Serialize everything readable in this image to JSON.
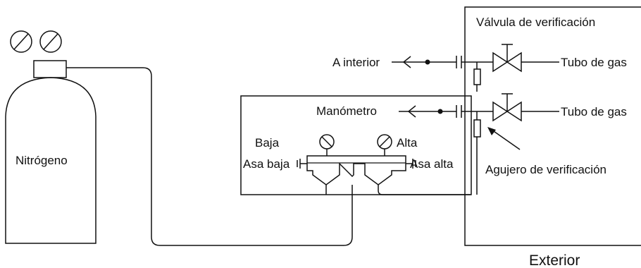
{
  "labels": {
    "nitrogen": "Nitrógeno",
    "check_valve": "Válvula de verificación",
    "to_indoor": "A interior",
    "gas_pipe_top": "Tubo de gas",
    "manometer": "Manómetro",
    "gas_pipe_bottom": "Tubo de gas",
    "low": "Baja",
    "high": "Alta",
    "low_handle": "Asa baja",
    "high_handle": "Asa alta",
    "check_hole": "Agujero de verificación",
    "outdoor": "Exterior"
  }
}
